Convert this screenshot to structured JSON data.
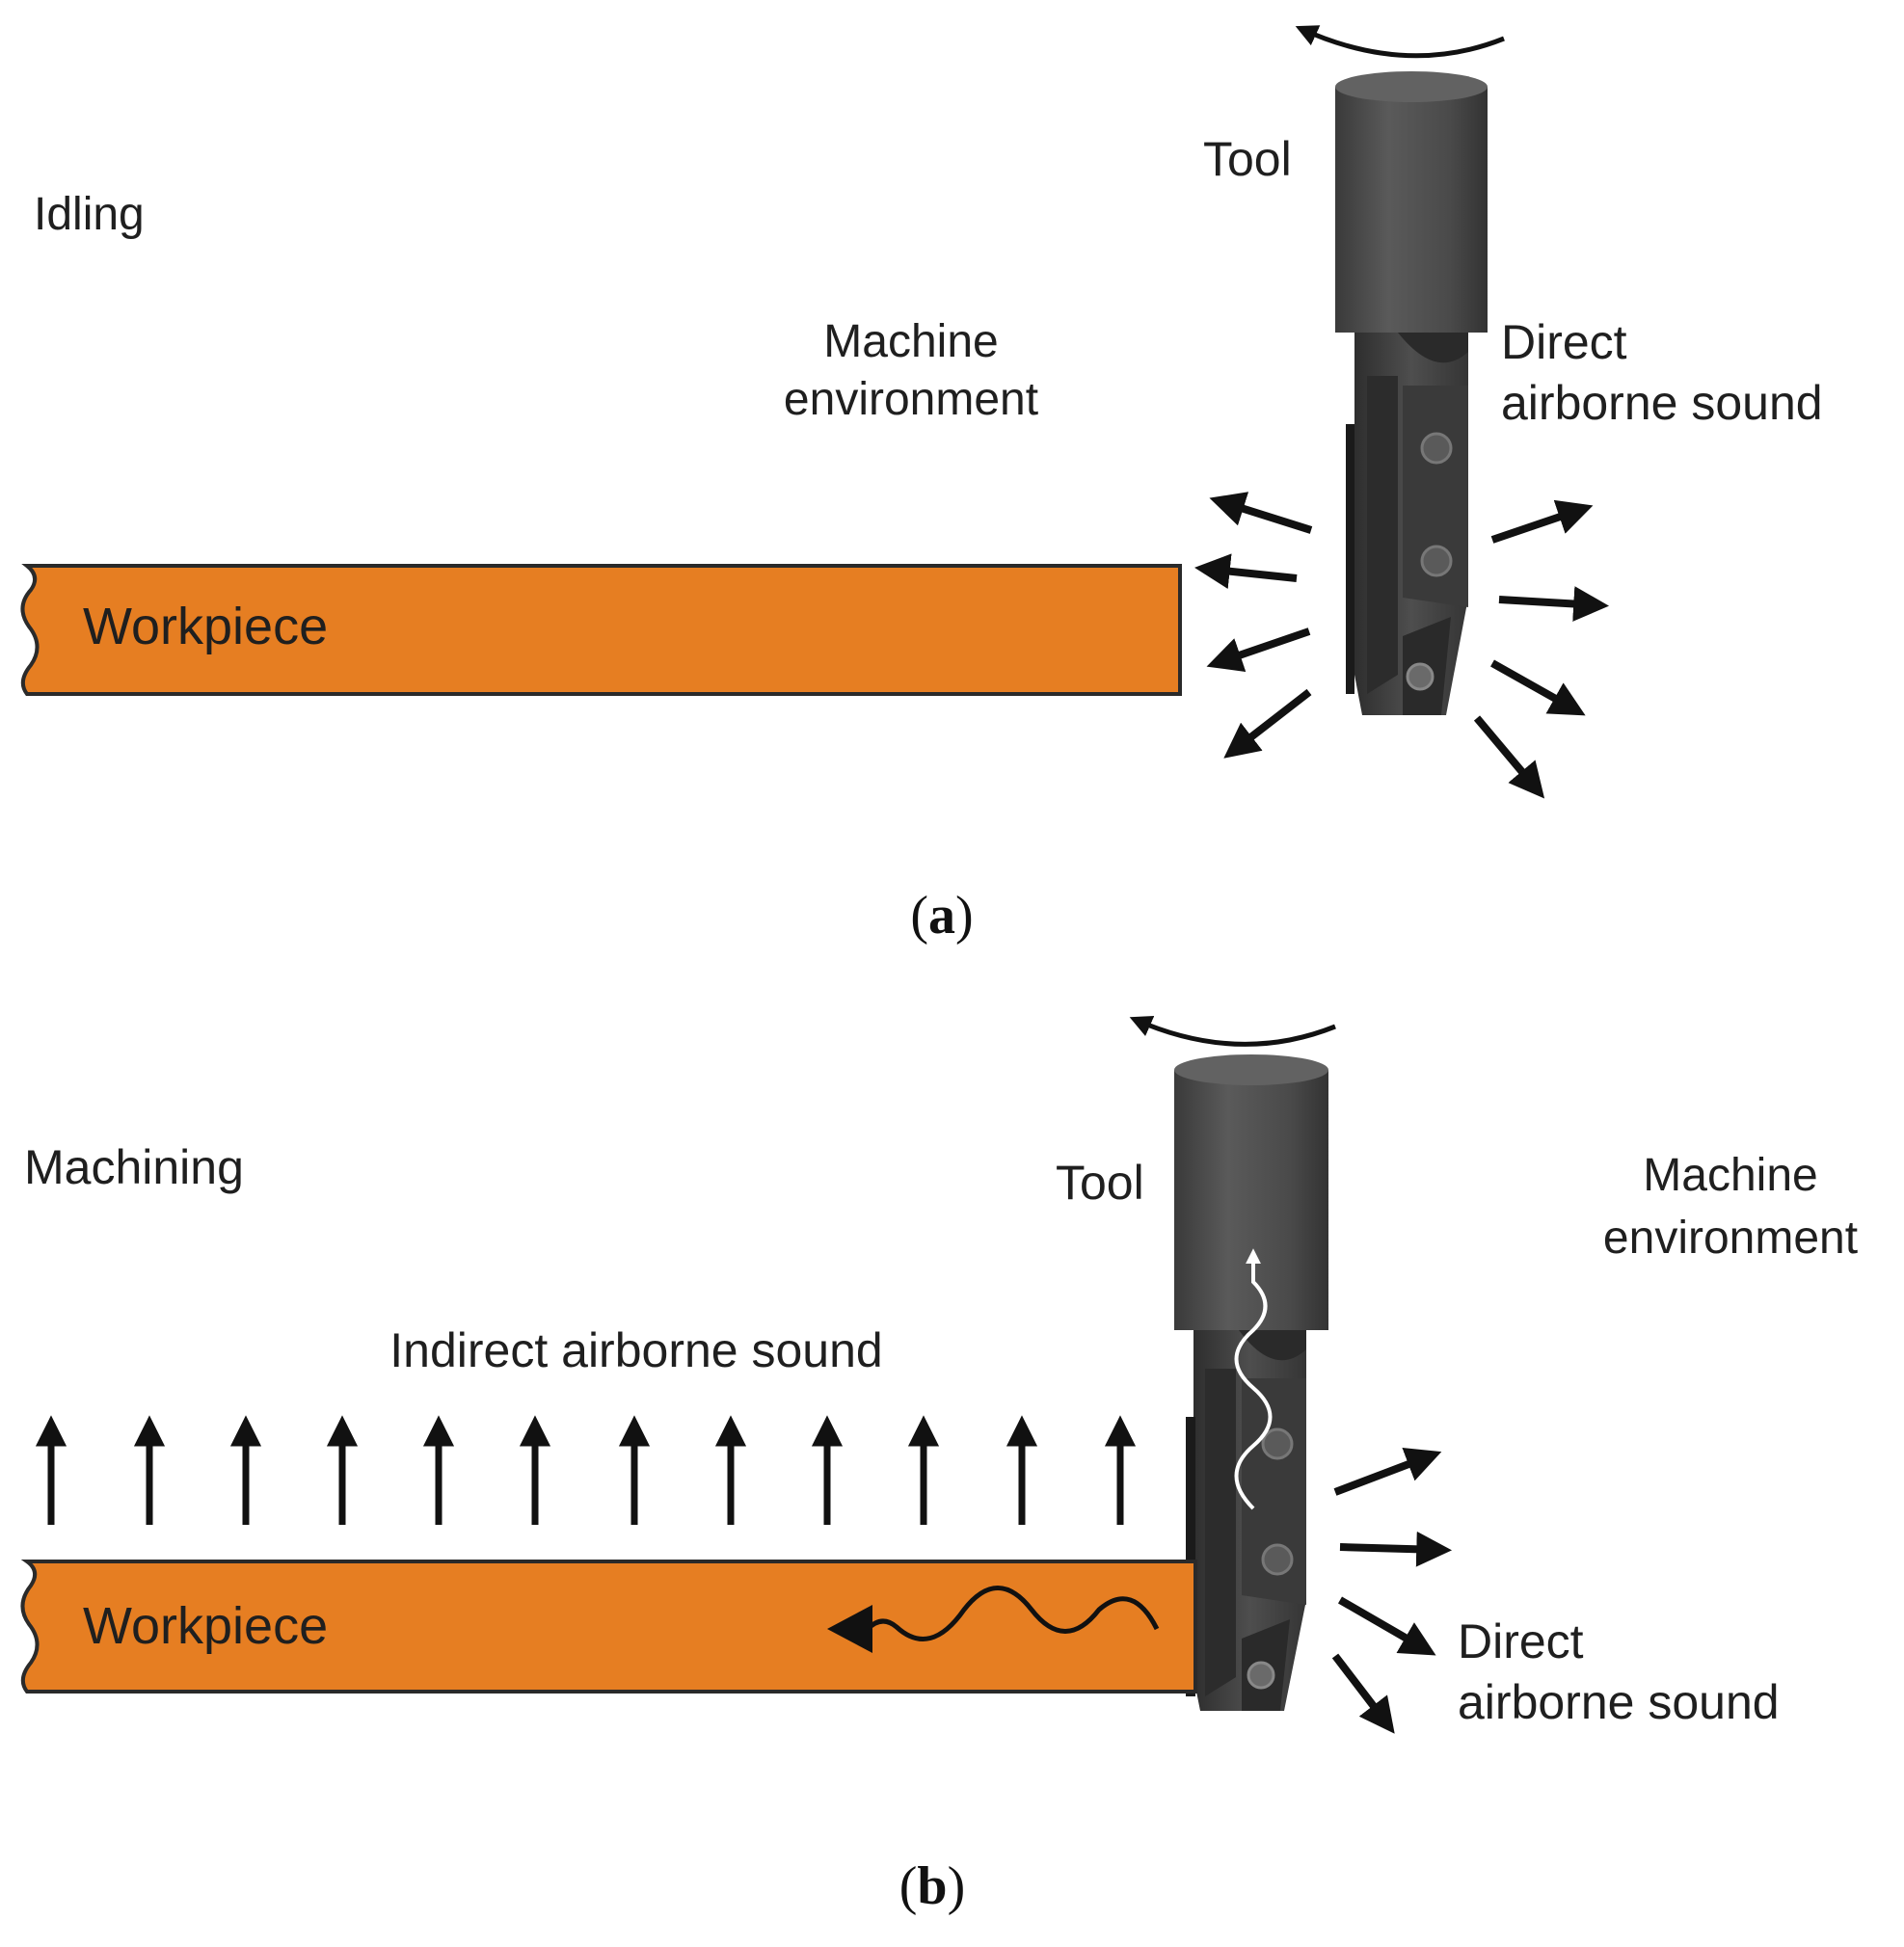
{
  "panel_a": {
    "mode_label": "Idling",
    "tool_label": "Tool",
    "environment_label": [
      "Machine",
      "environment"
    ],
    "direct_sound_label": [
      "Direct",
      "airborne sound"
    ],
    "workpiece_label": "Workpiece",
    "caption": {
      "open": "(",
      "letter": "a",
      "close": ")"
    }
  },
  "panel_b": {
    "mode_label": "Machining",
    "tool_label": "Tool",
    "environment_label": [
      "Machine",
      "environment"
    ],
    "indirect_sound_label": "Indirect airborne sound",
    "direct_sound_label": [
      "Direct",
      "airborne sound"
    ],
    "workpiece_label": "Workpiece",
    "caption": {
      "open": "(",
      "letter": "b",
      "close": ")"
    }
  },
  "colors": {
    "workpiece_fill": "#e67e22",
    "tool_body": "#4d4d4d",
    "arrow": "#111111",
    "text": "#1f1f1f"
  },
  "icons": {
    "rotation": "curved-rotation-arrow-icon",
    "sound": "sound-emission-arrow-icon",
    "vibration": "wavy-vibration-arrow-icon",
    "insert": "cutting-insert-screw-icon"
  }
}
